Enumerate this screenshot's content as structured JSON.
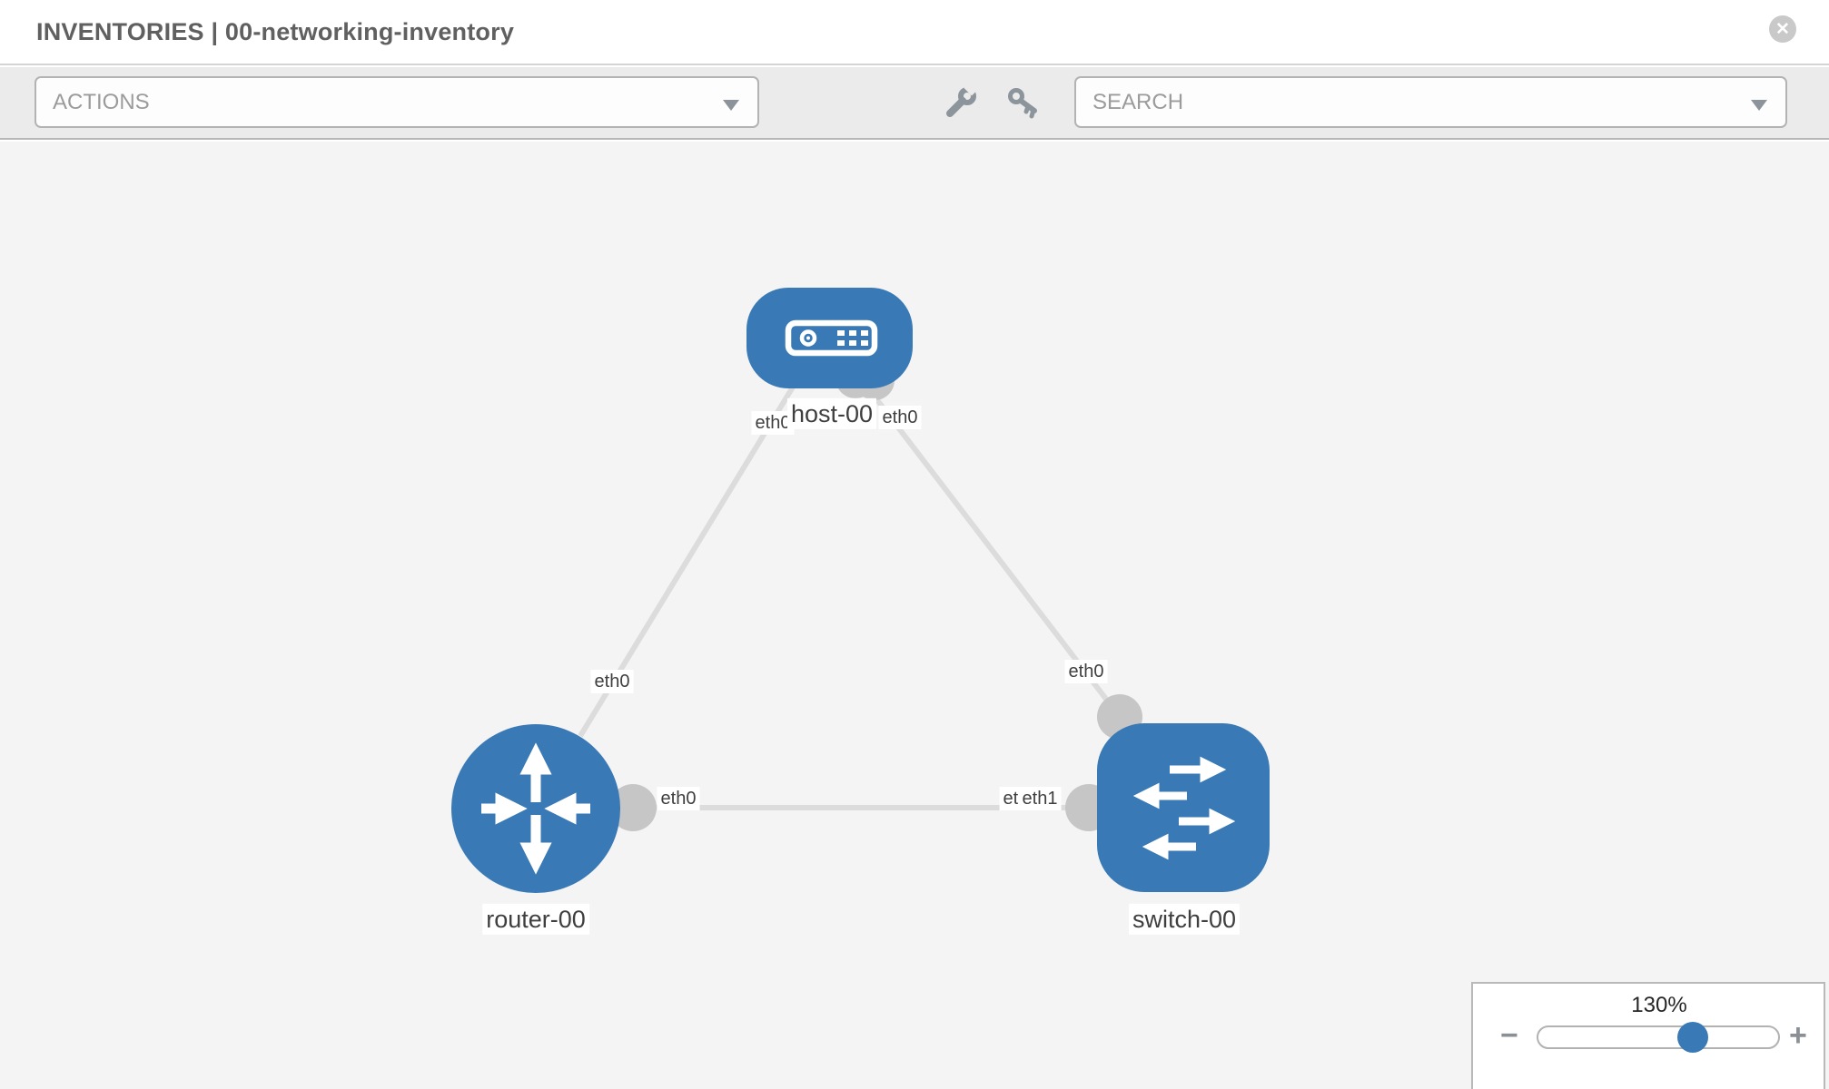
{
  "header": {
    "title": "INVENTORIES | 00-networking-inventory",
    "close_glyph": "✕"
  },
  "toolbar": {
    "actions_placeholder": "ACTIONS",
    "search_placeholder": "SEARCH",
    "icon_names": [
      "wrench-icon",
      "key-icon"
    ]
  },
  "topology": {
    "nodes": [
      {
        "id": "host-00",
        "type": "host",
        "label": "host-00"
      },
      {
        "id": "router-00",
        "type": "router",
        "label": "router-00"
      },
      {
        "id": "switch-00",
        "type": "switch",
        "label": "switch-00"
      }
    ],
    "links": [
      {
        "source": "host-00",
        "source_iface": "eth0",
        "target": "router-00",
        "target_iface": "eth0"
      },
      {
        "source": "host-00",
        "source_iface": "eth0",
        "target": "switch-00",
        "target_iface": "eth0"
      },
      {
        "source": "router-00",
        "source_iface": "eth0",
        "target": "switch-00",
        "target_iface": "eth1"
      }
    ],
    "iface": {
      "host_router_host_end": "eth0",
      "host_router_router_end": "eth0",
      "host_switch_host_end": "eth0",
      "host_switch_switch_end": "eth0",
      "router_switch_router_end": "eth0",
      "router_switch_switch_end_hidden": "eth0",
      "router_switch_switch_end": "eth1"
    }
  },
  "zoom_control": {
    "percent": 130,
    "value_label": "130%",
    "minus_label": "−",
    "plus_label": "+"
  },
  "colors": {
    "node_fill": "#3879b6",
    "link": "#dcdcdc",
    "port": "#c6c6c6",
    "canvas_bg": "#f4f4f4",
    "toolbar_bg": "#ebebeb",
    "slider_knob": "#3879b6"
  }
}
